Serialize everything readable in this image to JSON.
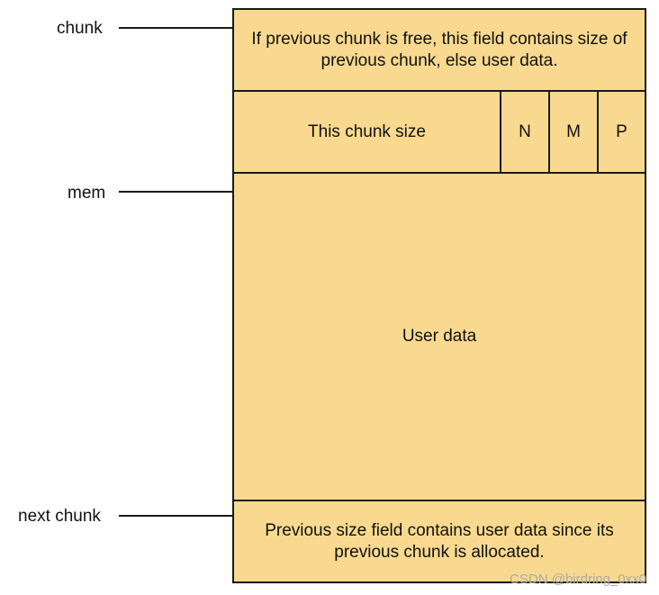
{
  "pointers": {
    "chunk": "chunk",
    "mem": "mem",
    "next_chunk": "next chunk"
  },
  "chunk": {
    "prev_size_text": "If previous chunk is free, this field contains size of previous chunk, else user data.",
    "size_label": "This chunk size",
    "flags": [
      "N",
      "M",
      "P"
    ],
    "user_data_label": "User data",
    "next_prev_size_text": "Previous size field contains user data since its previous chunk is allocated."
  },
  "colors": {
    "fill": "#f8d98f",
    "border": "#1a1a1a"
  },
  "watermark": "CSDN @birdring_0xx0"
}
